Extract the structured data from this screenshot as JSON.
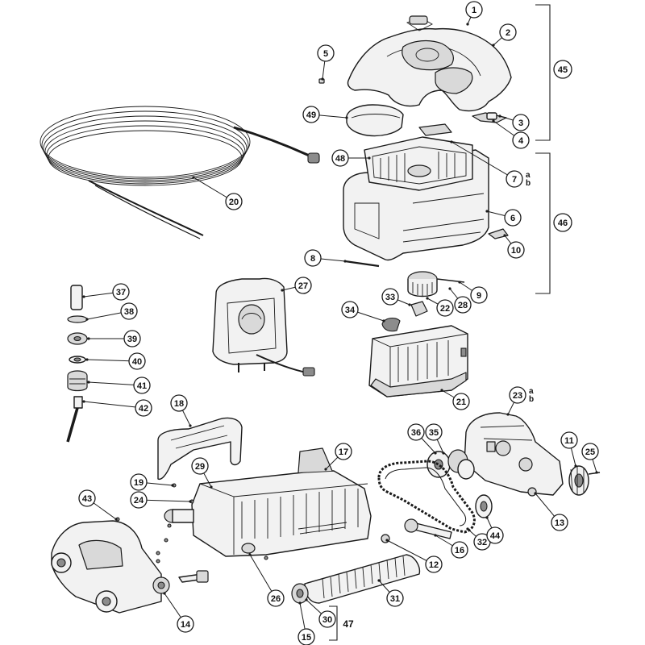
{
  "callouts": [
    {
      "id": "c1",
      "label": "1"
    },
    {
      "id": "c2",
      "label": "2"
    },
    {
      "id": "c3",
      "label": "3"
    },
    {
      "id": "c4",
      "label": "4"
    },
    {
      "id": "c5",
      "label": "5"
    },
    {
      "id": "c6",
      "label": "6"
    },
    {
      "id": "c7",
      "label": "7",
      "sub": [
        "a",
        "b"
      ]
    },
    {
      "id": "c8",
      "label": "8"
    },
    {
      "id": "c9",
      "label": "9"
    },
    {
      "id": "c10",
      "label": "10"
    },
    {
      "id": "c11",
      "label": "11"
    },
    {
      "id": "c12",
      "label": "12"
    },
    {
      "id": "c13",
      "label": "13"
    },
    {
      "id": "c14",
      "label": "14"
    },
    {
      "id": "c15",
      "label": "15"
    },
    {
      "id": "c16",
      "label": "16"
    },
    {
      "id": "c17",
      "label": "17"
    },
    {
      "id": "c18",
      "label": "18"
    },
    {
      "id": "c19",
      "label": "19"
    },
    {
      "id": "c20",
      "label": "20"
    },
    {
      "id": "c21",
      "label": "21"
    },
    {
      "id": "c22",
      "label": "22"
    },
    {
      "id": "c23",
      "label": "23",
      "sub": [
        "a",
        "b"
      ]
    },
    {
      "id": "c24",
      "label": "24"
    },
    {
      "id": "c25",
      "label": "25"
    },
    {
      "id": "c26",
      "label": "26"
    },
    {
      "id": "c27",
      "label": "27"
    },
    {
      "id": "c28",
      "label": "28"
    },
    {
      "id": "c29",
      "label": "29"
    },
    {
      "id": "c30",
      "label": "30"
    },
    {
      "id": "c31",
      "label": "31"
    },
    {
      "id": "c32",
      "label": "32"
    },
    {
      "id": "c33",
      "label": "33"
    },
    {
      "id": "c34",
      "label": "34"
    },
    {
      "id": "c35",
      "label": "35"
    },
    {
      "id": "c36",
      "label": "36"
    },
    {
      "id": "c37",
      "label": "37"
    },
    {
      "id": "c38",
      "label": "38"
    },
    {
      "id": "c39",
      "label": "39"
    },
    {
      "id": "c40",
      "label": "40"
    },
    {
      "id": "c41",
      "label": "41"
    },
    {
      "id": "c42",
      "label": "42"
    },
    {
      "id": "c43",
      "label": "43"
    },
    {
      "id": "c44",
      "label": "44"
    },
    {
      "id": "c48",
      "label": "48"
    },
    {
      "id": "c49",
      "label": "49"
    }
  ],
  "group_labels": [
    {
      "id": "g45",
      "label": "45"
    },
    {
      "id": "g46",
      "label": "46"
    },
    {
      "id": "g47",
      "label": "47"
    }
  ],
  "colors": {
    "line": "#1a1a1a",
    "fill": "#f2f2f2",
    "shade": "#d9d9d9",
    "background": "#ffffff"
  }
}
